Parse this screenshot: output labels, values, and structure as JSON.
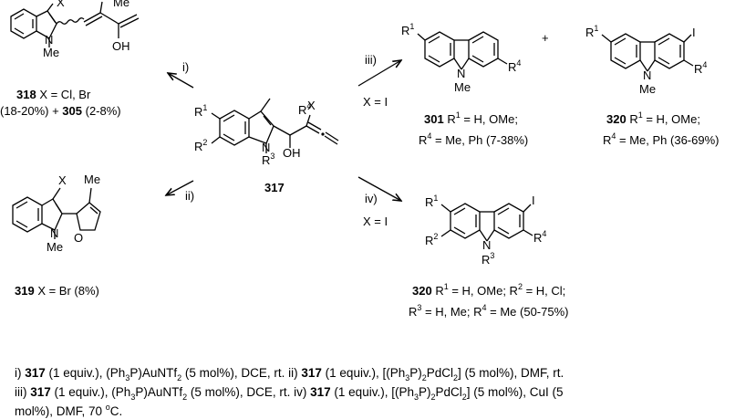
{
  "atoms": {
    "X": "X",
    "Me": "Me",
    "OH": "OH",
    "O": "O",
    "N": "N",
    "I": "I",
    "R": "R",
    "r1": "1",
    "r2": "2",
    "r3": "3",
    "r4": "4",
    "plus": "+"
  },
  "arrows": {
    "i": "i)",
    "ii": "ii)",
    "iii": "iii)",
    "iv": "iv)",
    "x_eq_i": "X = I"
  },
  "compounds": {
    "c318": {
      "num": "318",
      "text": " X = Cl, Br"
    },
    "c318_line2a": "(18-20%) + ",
    "c305": "305",
    "c318_line2b": " (2-8%)",
    "c317": "317",
    "c319": {
      "num": "319",
      "text": " X = Br (8%)"
    },
    "c301": {
      "num": "301",
      "text1": " R",
      "s1": "1",
      "text2": " = H, OMe;"
    },
    "c301_line2": {
      "pre": "R",
      "s": "4",
      "post": " = Me, Ph (7-38%)"
    },
    "c320a": {
      "num": "320",
      "text1": " R",
      "s1": "1",
      "text2": " = H, OMe;"
    },
    "c320a_line2": {
      "pre": "R",
      "s": "4",
      "post": " = Me, Ph (36-69%)"
    },
    "c320b": {
      "num": "320",
      "a": " R",
      "s1": "1",
      "b": " = H, OMe; R",
      "s2": "2",
      "c": " = H, Cl;"
    },
    "c320b_line2": {
      "a": "R",
      "s3": "3",
      "b": " = H, Me; R",
      "s4": "4",
      "c": " = Me (50-75%)"
    }
  },
  "conditions": {
    "l1": {
      "a": "i) ",
      "n1": "317",
      "b": " (1 equiv.), (Ph",
      "s1": "3",
      "c": "P)AuNTf",
      "s2": "2",
      "d": " (5 mol%), DCE, rt. ii) ",
      "n2": "317",
      "e": " (1 equiv.), [(Ph",
      "s3": "3",
      "f": "P)",
      "s4": "2",
      "g": "PdCl",
      "s5": "2",
      "h": "] (5 mol%), DMF, rt."
    },
    "l2": {
      "a": "iii) ",
      "n1": "317",
      "b": " (1 equiv.), (Ph",
      "s1": "3",
      "c": "P)AuNTf",
      "s2": "2",
      "d": " (5 mol%), DCE, rt. iv) ",
      "n2": "317",
      "e": " (1 equiv.), [(Ph",
      "s3": "3",
      "f": "P)",
      "s4": "2",
      "g": "PdCl",
      "s5": "2",
      "h": "] (5 mol%), CuI (5"
    },
    "l3": {
      "a": "mol%), DMF, 70 ",
      "deg": "o",
      "b": "C."
    }
  }
}
